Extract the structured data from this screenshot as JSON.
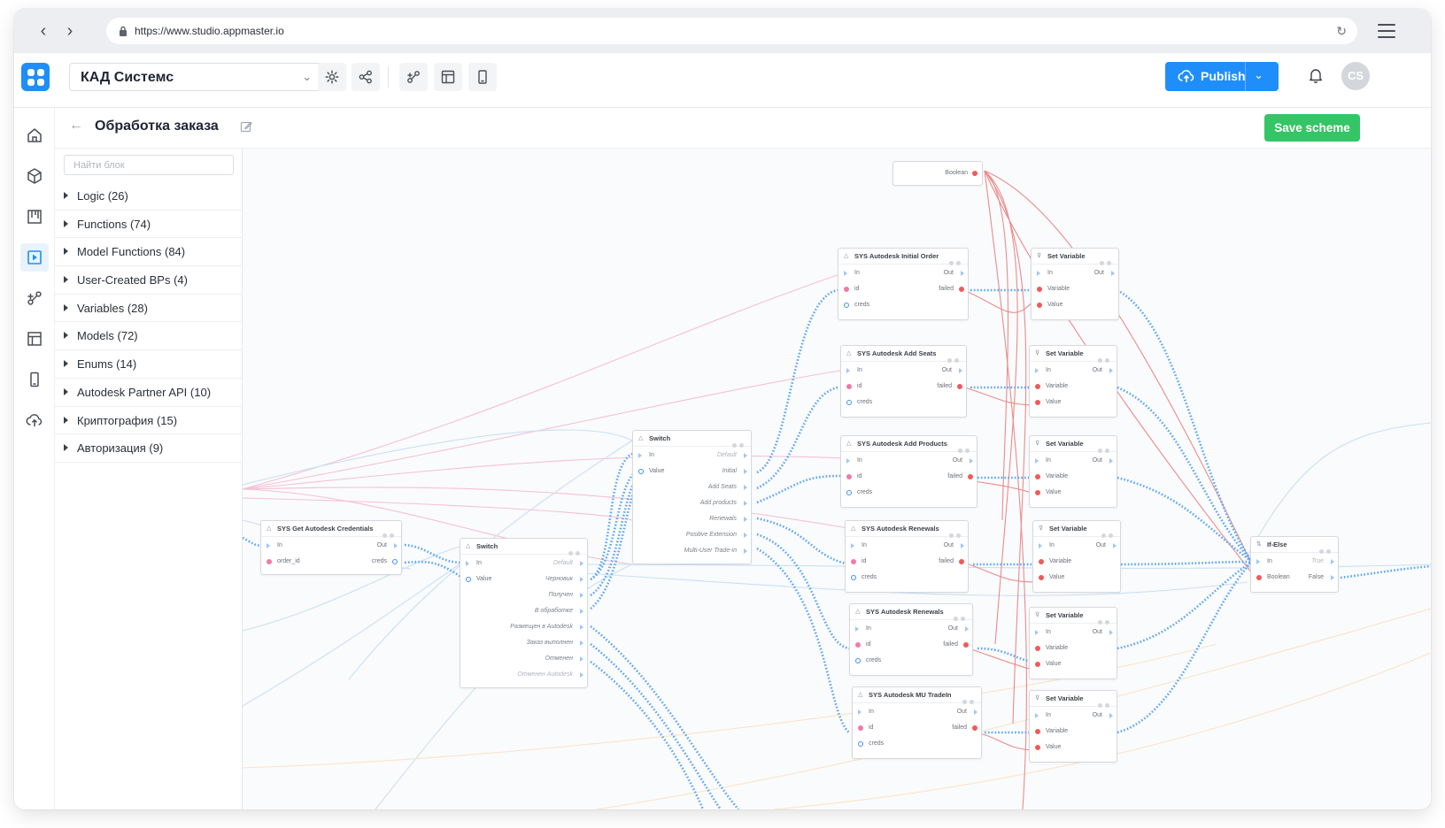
{
  "browser": {
    "url": "https://www.studio.appmaster.io"
  },
  "topbar": {
    "project_name": "КАД Системс",
    "publish_label": "Publish",
    "avatar_initials": "CS"
  },
  "scheme": {
    "title": "Обработка заказа",
    "save_label": "Save scheme"
  },
  "panel": {
    "search_placeholder": "Найти блок",
    "categories": [
      {
        "label": "Logic (26)"
      },
      {
        "label": "Functions (74)"
      },
      {
        "label": "Model Functions (84)"
      },
      {
        "label": "User-Created BPs (4)"
      },
      {
        "label": "Variables (28)"
      },
      {
        "label": "Models (72)"
      },
      {
        "label": "Enums (14)"
      },
      {
        "label": "Autodesk Partner API (10)"
      },
      {
        "label": "Криптография (15)"
      },
      {
        "label": "Авторизация (9)"
      }
    ]
  },
  "canvas": {
    "boolean_node": {
      "title": "Boolean"
    },
    "get_creds_node": {
      "title": "SYS Get Autodesk Credentials",
      "ports": [
        "In",
        "order_id",
        "Out",
        "creds"
      ]
    },
    "switch1": {
      "title": "Switch",
      "ports": [
        "In",
        "Value",
        "Default",
        "Черновик",
        "Получен",
        "В обработке",
        "Размещен в Autodesk",
        "Заказ выполнен",
        "Отменен",
        "Отменен Autodesk"
      ]
    },
    "switch2": {
      "title": "Switch",
      "ports": [
        "In",
        "Value",
        "Default",
        "Initial",
        "Add Seats",
        "Add products",
        "Renewals",
        "Positive Extension",
        "Multi-User Trade-in"
      ]
    },
    "sys_nodes": [
      {
        "title": "SYS Autodesk Initial Order",
        "ports": [
          "In",
          "id",
          "creds",
          "Out",
          "failed"
        ]
      },
      {
        "title": "SYS Autodesk Add Seats",
        "ports": [
          "In",
          "id",
          "creds",
          "Out",
          "failed"
        ]
      },
      {
        "title": "SYS Autodesk Add Products",
        "ports": [
          "In",
          "id",
          "creds",
          "Out",
          "failed"
        ]
      },
      {
        "title": "SYS Autodesk Renewals",
        "ports": [
          "In",
          "id",
          "creds",
          "Out",
          "failed"
        ]
      },
      {
        "title": "SYS Autodesk Renewals",
        "ports": [
          "In",
          "id",
          "creds",
          "Out",
          "failed"
        ]
      },
      {
        "title": "SYS Autodesk MU TradeIn",
        "ports": [
          "In",
          "id",
          "creds",
          "Out",
          "failed"
        ]
      }
    ],
    "set_variable_nodes": [
      {
        "title": "Set Variable",
        "ports": [
          "In",
          "Variable",
          "Value",
          "Out"
        ]
      }
    ],
    "ifelse_node": {
      "title": "If-Else",
      "ports": [
        "In",
        "Boolean",
        "True",
        "False"
      ]
    }
  },
  "colors": {
    "accent": "#1f8efa",
    "save": "#35c466",
    "wire_blue": "#5aa5f5",
    "wire_pink": "#f3a6c6",
    "wire_red": "#e87070"
  }
}
